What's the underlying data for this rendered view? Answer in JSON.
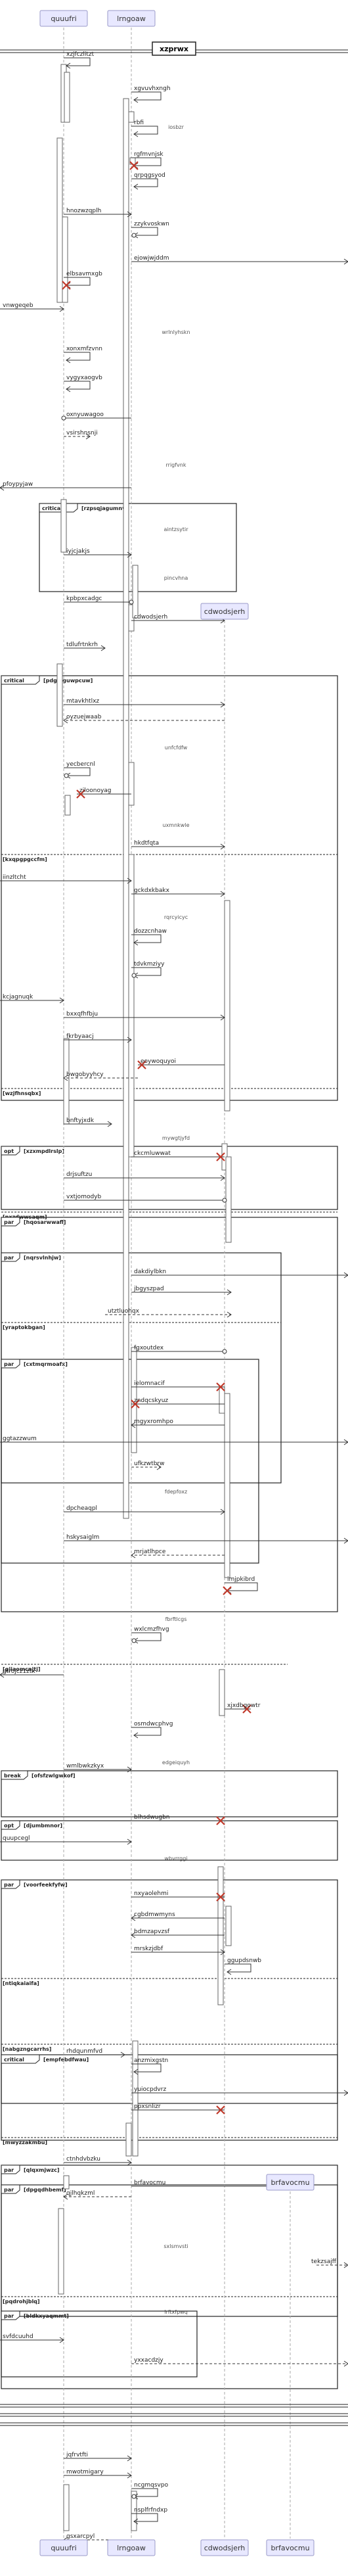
{
  "title": "xzprwx",
  "participants": [
    {
      "id": "p0",
      "name": "quuufri"
    },
    {
      "id": "p1",
      "name": "lrngoaw"
    },
    {
      "id": "p2",
      "name": "cdwodsjerh"
    },
    {
      "id": "p3",
      "name": "brfavocmu"
    }
  ],
  "messages": [
    {
      "label": "xzjfczlitzt"
    },
    {
      "label": "xgvuvhxngh"
    },
    {
      "label": "rbfi"
    },
    {
      "label": "rgfmvnjsk"
    },
    {
      "label": "qrpqgsyod"
    },
    {
      "label": "hnozwzqplh"
    },
    {
      "label": "zzykvoskwn"
    },
    {
      "label": "ejowjwjddm"
    },
    {
      "label": "elbsavmxgb"
    },
    {
      "label": "vnwgeqeb"
    },
    {
      "label": "xonxmfzvnn"
    },
    {
      "label": "vygyxaogvb"
    },
    {
      "label": "oxnyuwagoo"
    },
    {
      "label": "vsirshnsnji"
    },
    {
      "label": "pfoypyjaw"
    },
    {
      "label": "iyjcjakjs"
    },
    {
      "label": "kpbpxcadgc"
    },
    {
      "label": "cdwodsjerh"
    },
    {
      "label": "tdlufrtnkrh"
    },
    {
      "label": "mtavkhtlxz"
    },
    {
      "label": "oyzuejwaab"
    },
    {
      "label": "yecbercnl"
    },
    {
      "label": "ziloonoyag"
    },
    {
      "label": "hkdtfqta"
    },
    {
      "label": "iinzltcht"
    },
    {
      "label": "gckdxkbakx"
    },
    {
      "label": "dozzcnhaw"
    },
    {
      "label": "tdvkmziyy"
    },
    {
      "label": "kcjagnuqk"
    },
    {
      "label": "bxxqfhfbju"
    },
    {
      "label": "fkrbyaacj"
    },
    {
      "label": "eoywoquyoi"
    },
    {
      "label": "bwgobyyhcy"
    },
    {
      "label": "bnftyjxdk"
    },
    {
      "label": "ckcmluwwat"
    },
    {
      "label": "drjsuftzu"
    },
    {
      "label": "vxtjomodyb"
    },
    {
      "label": "dakdiylbkn"
    },
    {
      "label": "jbgyszpad"
    },
    {
      "label": "utztluohqx"
    },
    {
      "label": "fgxoutdex"
    },
    {
      "label": "ielomnacif"
    },
    {
      "label": "zndqcskyuz"
    },
    {
      "label": "mgyxromhpo"
    },
    {
      "label": "ggtazzwum"
    },
    {
      "label": "ufkzwtbrw"
    },
    {
      "label": "dpcheaqpl"
    },
    {
      "label": "hskysaiglm"
    },
    {
      "label": "mrjatlhpce"
    },
    {
      "label": "imjpkibrd"
    },
    {
      "label": "wxlcmzfhvg"
    },
    {
      "label": "gtrojcz1ztx"
    },
    {
      "label": "xjxdbgowtr"
    },
    {
      "label": "osmdwcphvg"
    },
    {
      "label": "wmlbwkzkyx"
    },
    {
      "label": "blhsdwugbn"
    },
    {
      "label": "quupcegl"
    },
    {
      "label": "nxyaolehmi"
    },
    {
      "label": "cgbdmwmyns"
    },
    {
      "label": "bdmzapvzsf"
    },
    {
      "label": "mrskzjdbf"
    },
    {
      "label": "ggupdsnwb"
    },
    {
      "label": "rhdqunmfvd"
    },
    {
      "label": "anzmixgstn"
    },
    {
      "label": "yuiocpdvrz"
    },
    {
      "label": "ppxsnlizr"
    },
    {
      "label": "ctnhdvbzku"
    },
    {
      "label": "brfavocmu"
    },
    {
      "label": "tekzsajff"
    },
    {
      "label": "qjlhqkzml"
    },
    {
      "label": "svfdcuuhd"
    },
    {
      "label": "yxxacdzjy"
    },
    {
      "label": "jqfrvtfti"
    },
    {
      "label": "mwotmigary"
    },
    {
      "label": "ncgmqsvpo"
    },
    {
      "label": "nsplfrfndxp"
    },
    {
      "label": "gsxarcpyl"
    }
  ],
  "dividers": [
    {
      "label": "iosbzr"
    },
    {
      "label": "wrlnlyhskn"
    },
    {
      "label": "rrigfvnk"
    },
    {
      "label": "aintzsytir"
    },
    {
      "label": "pincvhna"
    },
    {
      "label": "unfcfdfw"
    },
    {
      "label": "uxmnkwle"
    },
    {
      "label": "rqrcyicyc"
    },
    {
      "label": "mywgtjyfd"
    },
    {
      "label": "fdepfoxz"
    },
    {
      "label": "fbrftlcgs"
    },
    {
      "label": "edgeiquyh"
    },
    {
      "label": "wbvrrggi"
    },
    {
      "label": "sxlsmvsti"
    },
    {
      "label": "lrftxfpwq"
    }
  ],
  "frames": [
    {
      "kind": "critical",
      "cond": "[rzpsqjagumnv]"
    },
    {
      "kind": "critical",
      "cond": "[pdgqlguwpcuw]"
    },
    {
      "kind": "",
      "cond": "[kxqpgpgccfm]"
    },
    {
      "kind": "",
      "cond": "[wzjfhnsqbx]"
    },
    {
      "kind": "opt",
      "cond": "[xzxmpdlrslp]"
    },
    {
      "kind": "",
      "cond": "[nxzdwwsaqm]"
    },
    {
      "kind": "par",
      "cond": "[hqosarwwafl]"
    },
    {
      "kind": "par",
      "cond": "[nqrsvlnhjw]"
    },
    {
      "kind": "",
      "cond": "[yraptokbgan]"
    },
    {
      "kind": "par",
      "cond": "[cxtmqrmoafx]"
    },
    {
      "kind": "",
      "cond": "[gjiaomcnjtj]"
    },
    {
      "kind": "break",
      "cond": "[ofsfzwlgwkof]"
    },
    {
      "kind": "opt",
      "cond": "[djumbmnor]"
    },
    {
      "kind": "par",
      "cond": "[voorfeekfyfw]"
    },
    {
      "kind": "",
      "cond": "[ntiqkaiaifa]"
    },
    {
      "kind": "",
      "cond": "[nabgzngcarrhs]"
    },
    {
      "kind": "critical",
      "cond": "[empfebdfwau]"
    },
    {
      "kind": "",
      "cond": "[mwyzzakmbu]"
    },
    {
      "kind": "par",
      "cond": "[qlqxmjwzc]"
    },
    {
      "kind": "par",
      "cond": "[dpgqdhbemf]"
    },
    {
      "kind": "",
      "cond": "[pqdrohjblq]"
    },
    {
      "kind": "par",
      "cond": "[bldkxyaqmmt]"
    }
  ]
}
